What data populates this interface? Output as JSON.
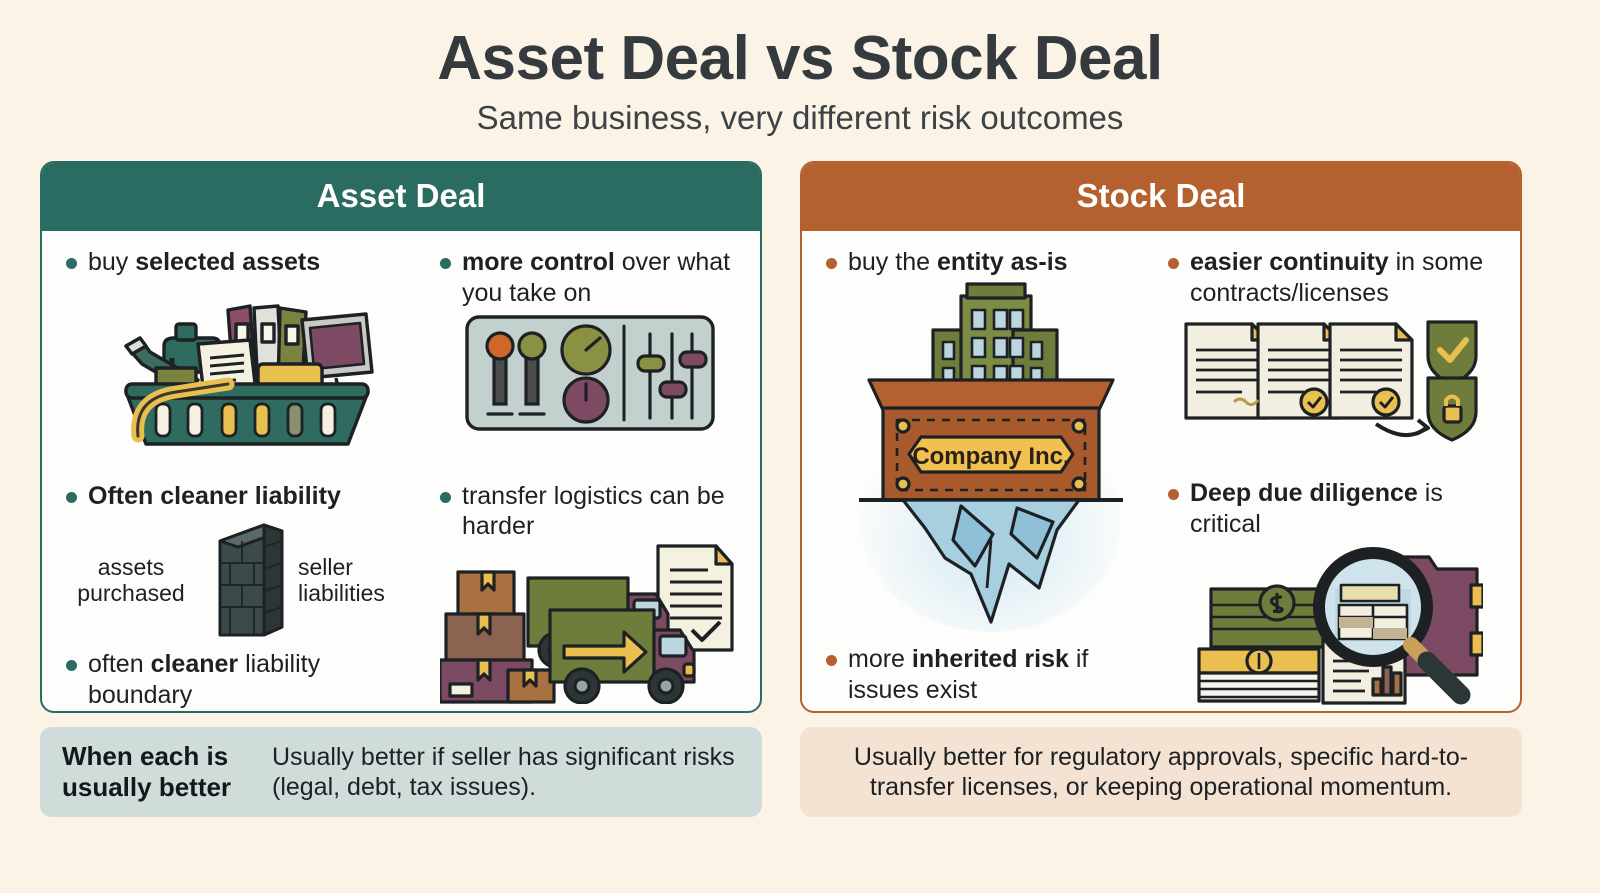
{
  "header": {
    "title": "Asset Deal vs Stock Deal",
    "subtitle": "Same business, very different risk outcomes"
  },
  "colors": {
    "page_background": "#fbf4e6",
    "asset_accent": "#2a6b62",
    "stock_accent": "#b5612f",
    "asset_footer_bg": "#cfdcda",
    "stock_footer_bg": "#f4e3d2",
    "card_background": "#fdfdfb",
    "title_text": "#343a3d"
  },
  "asset_panel": {
    "heading": "Asset Deal",
    "bullets": {
      "top_left": {
        "lead": "buy ",
        "strong": "selected assets",
        "tail": ""
      },
      "top_right": {
        "lead": "",
        "strong": "more control",
        "tail": " over what you take on"
      },
      "bottom_left": {
        "lead": "",
        "strong": "Often cleaner liability",
        "tail": ""
      },
      "bottom_left_second": {
        "lead": "often ",
        "strong": "cleaner",
        "tail": " liability boundary"
      },
      "bottom_right": {
        "lead": "transfer logistics can be harder",
        "strong": "",
        "tail": ""
      }
    },
    "wall_labels": {
      "left": "assets purchased",
      "right": "seller liabilities"
    },
    "art": {
      "top_left": "assets-basket-illustration",
      "top_right": "control-panel-sliders-illustration",
      "bottom_left": "brick-wall-divider-illustration",
      "bottom_right": "moving-trucks-boxes-illustration"
    },
    "footer": {
      "label": "When each is usually better",
      "text": "Usually better if seller has significant risks (legal, debt, tax issues)."
    }
  },
  "stock_panel": {
    "heading": "Stock Deal",
    "bullets": {
      "top_left": {
        "lead": "buy the ",
        "strong": "entity as-is",
        "tail": ""
      },
      "top_right": {
        "lead": "",
        "strong": "easier continuity",
        "tail": " in some contracts/licenses"
      },
      "bottom_left": {
        "lead": "more ",
        "strong": "inherited risk",
        "tail": " if issues exist"
      },
      "bottom_right": {
        "lead": "",
        "strong": "Deep due diligence",
        "tail": " is critical"
      }
    },
    "company_sign": "Company Inc.",
    "art": {
      "left": "company-iceberg-illustration",
      "top_right": "contracts-shields-illustration",
      "bottom_right": "due-diligence-magnifier-illustration"
    },
    "footer": {
      "text": "Usually better for regulatory approvals, specific hard-to-transfer licenses, or keeping operational momentum."
    }
  }
}
